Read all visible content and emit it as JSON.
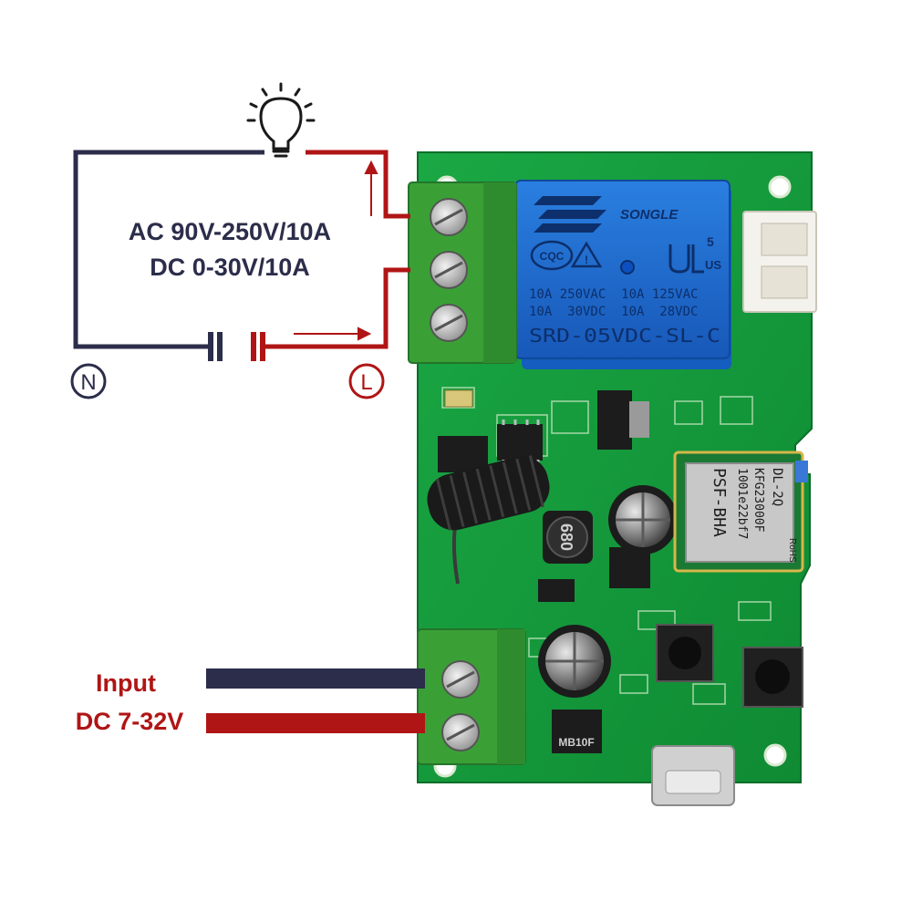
{
  "load_circuit": {
    "ac_rating": "AC 90V-250V/10A",
    "dc_rating": "DC 0-30V/10A",
    "neutral_symbol": "N",
    "live_symbol": "L",
    "lamp_icon": "lightbulb-icon"
  },
  "power_input": {
    "label": "Input",
    "voltage": "DC 7-32V"
  },
  "relay": {
    "brand": "SONGLE",
    "cert_mark": "CQC",
    "ul_mark": "US",
    "pin_number": "5",
    "rating_line_1": "10A 250VAC  10A 125VAC",
    "rating_line_2": "10A  30VDC  10A  28VDC",
    "model": "SRD-05VDC-SL-C"
  },
  "wifi_module": {
    "line_1": "PSF-BHA",
    "line_2": "1001e22bf7",
    "line_3": "KFG23000F",
    "line_4": "DL-2Q",
    "rohs": "RoHS"
  },
  "components": {
    "inductor": "680",
    "rectifier": "MB10F"
  },
  "colors": {
    "neutral_wire": "#2b2d4a",
    "live_wire": "#b01515",
    "pcb": "#149a3a",
    "relay": "#1e6fd2",
    "terminal": "#3fa23a"
  }
}
